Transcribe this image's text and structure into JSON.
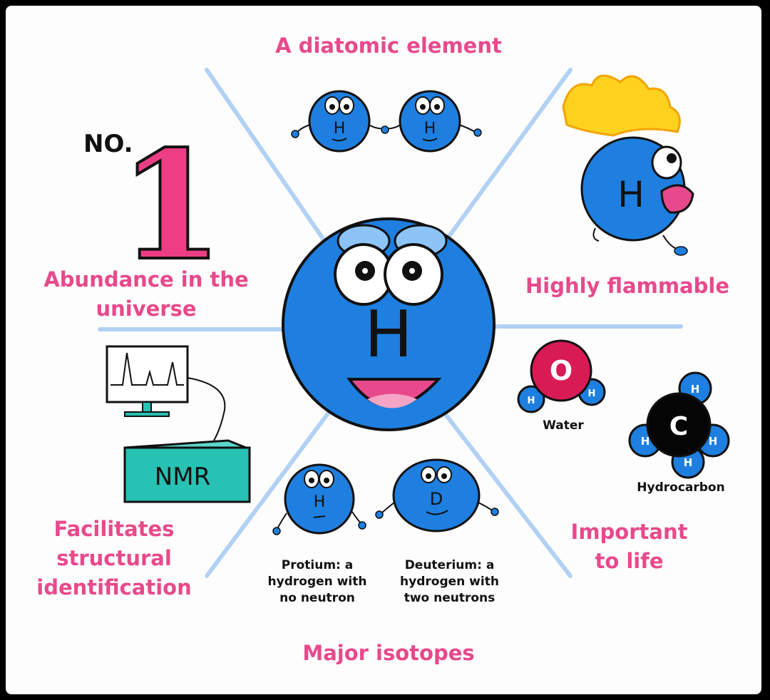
{
  "labels": {
    "diatomic": "A diatomic element",
    "flammable": "Highly flammable",
    "abundance": "Abundance in the\nuniverse",
    "life": "Important\nto life",
    "nmr_label": "Facilitates\nstructural\nidentification",
    "isotopes": "Major isotopes"
  },
  "rank": {
    "prefix": "NO.",
    "number": "1"
  },
  "center_atom": {
    "symbol": "H"
  },
  "nmr": {
    "box_text": "NMR"
  },
  "molecules": {
    "water": {
      "label": "Water",
      "center": "O",
      "atoms": [
        "H",
        "H"
      ]
    },
    "hydrocarbon": {
      "label": "Hydrocarbon",
      "center": "C",
      "atoms": [
        "H",
        "H",
        "H",
        "H"
      ]
    }
  },
  "isotopes": {
    "protium": {
      "symbol": "H",
      "caption": "Protium: a\nhydrogen with\nno neutron"
    },
    "deuterium": {
      "symbol": "D",
      "caption": "Deuterium: a\nhydrogen with\ntwo neutrons"
    }
  },
  "diatomic_atoms": [
    "H",
    "H"
  ],
  "flame_atom": {
    "symbol": "H"
  },
  "colors": {
    "atom_blue": "#1e7fe0",
    "accent_pink": "#e8498c",
    "spoke_blue": "#a9cdf5",
    "nmr_teal": "#27c2b3",
    "oxygen_red": "#d81a55"
  }
}
